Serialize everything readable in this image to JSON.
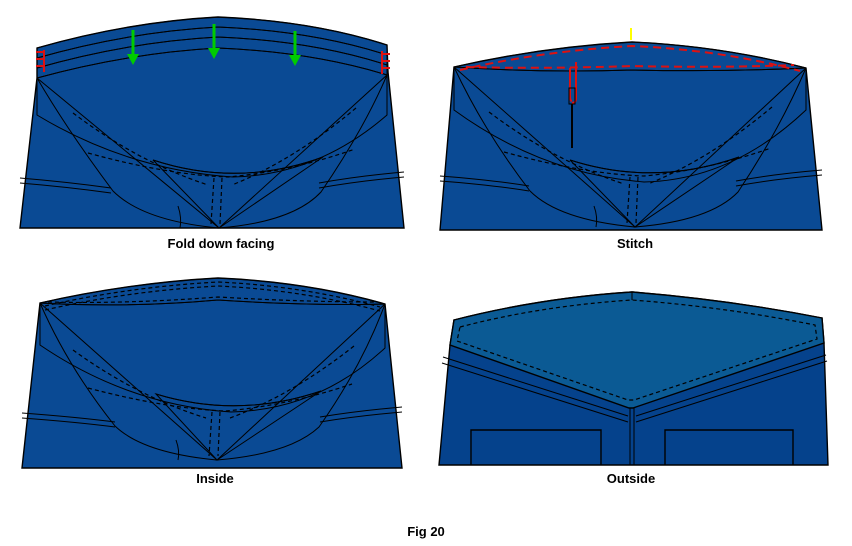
{
  "figure": {
    "caption": "Fig 20"
  },
  "panels": [
    {
      "id": "fold-down-facing",
      "label": "Fold down facing",
      "icons": [
        "fold-arrow-down",
        "fold-arrow-down",
        "fold-arrow-down",
        "edge-tack-left",
        "edge-tack-right"
      ]
    },
    {
      "id": "stitch",
      "label": "Stitch",
      "icons": [
        "needle",
        "thread",
        "stitch-line-red-top",
        "stitch-line-red-bottom",
        "notch-mark-yellow"
      ]
    },
    {
      "id": "inside",
      "label": "Inside",
      "icons": [
        "stitch-dashes-black"
      ]
    },
    {
      "id": "outside",
      "label": "Outside",
      "icons": [
        "topstitch-dashes",
        "back-pocket-left",
        "back-pocket-right"
      ]
    }
  ],
  "colors": {
    "background": "#ffffff",
    "outer_fabric": "#0a4a94",
    "outside_lower": "#05428c",
    "lining_cyan": "#0a88ba",
    "facing_band": "#106296",
    "facing_band_dark": "#0e5488",
    "yoke_blue": "#0b5a94",
    "fold_navy": "#132f5e",
    "outline": "#000000",
    "arrow_green": "#00cc00",
    "stitch_red": "#dd1111",
    "notch_yellow": "#ffff00"
  }
}
